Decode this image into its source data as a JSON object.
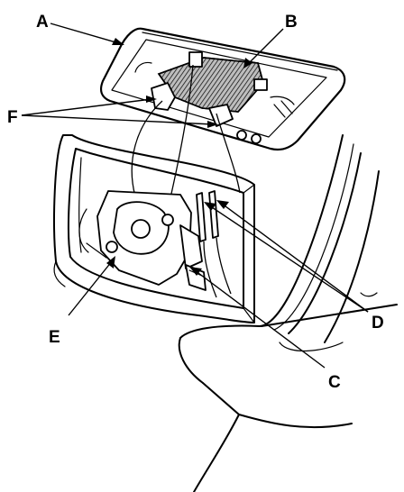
{
  "callouts": {
    "a": "A",
    "b": "B",
    "c": "C",
    "d": "D",
    "e": "E",
    "f": "F"
  },
  "colors": {
    "line": "#000000",
    "background": "#ffffff",
    "heater_fill": "#bdbdbd"
  }
}
